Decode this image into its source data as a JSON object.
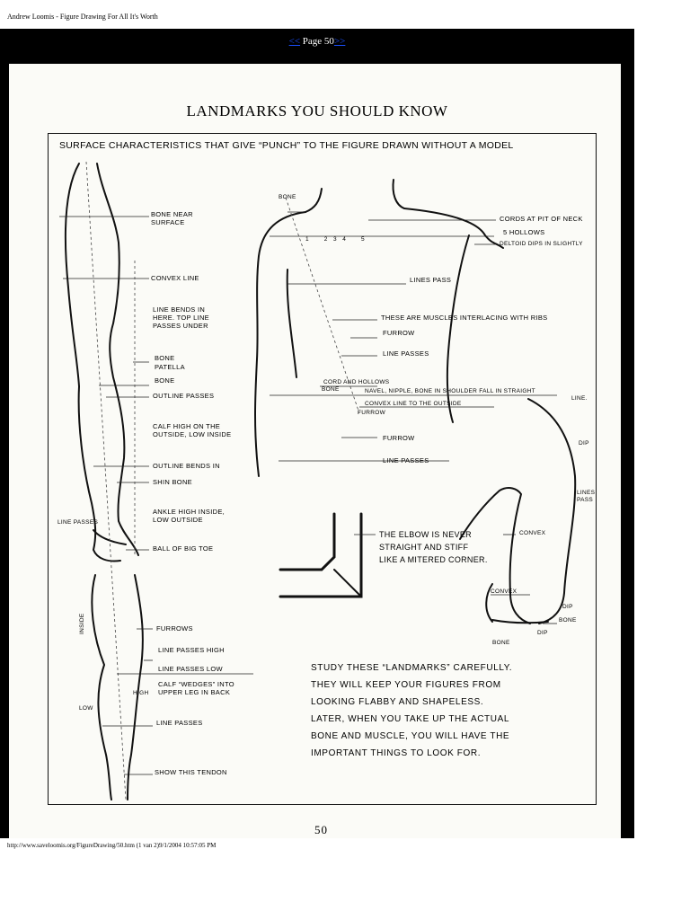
{
  "header": {
    "doc_title": "Andrew Loomis - Figure Drawing For All It's Worth"
  },
  "nav": {
    "prev": "<<",
    "page_label": " Page 50",
    "next": ">>"
  },
  "page": {
    "title": "LANDMARKS YOU SHOULD KNOW",
    "subtitle": "SURFACE CHARACTERISTICS THAT GIVE “PUNCH” TO THE FIGURE DRAWN WITHOUT A MODEL",
    "page_number": "50"
  },
  "labels": {
    "bone_near_surface": "BONE NEAR\nSURFACE",
    "convex_line": "CONVEX LINE",
    "line_bends": "LINE BENDS IN\nHERE. TOP LINE\nPASSES UNDER",
    "bone": "BONE",
    "patella": "PATELLA",
    "bone2": "BONE",
    "outline_passes": "OUTLINE PASSES",
    "calf_high": "CALF HIGH ON THE\nOUTSIDE, LOW INSIDE",
    "outline_bends_in": "OUTLINE BENDS IN",
    "shin_bone": "SHIN BONE",
    "ankle_high": "ANKLE HIGH INSIDE,\nLOW OUTSIDE",
    "line_passes_left": "LINE PASSES",
    "ball_of_big_toe": "BALL OF BIG TOE",
    "furrows": "FURROWS",
    "inside": "INSIDE",
    "line_passes_high": "LINE PASSES HIGH",
    "line_passes_low": "LINE PASSES LOW",
    "calf_wedges": "CALF “WEDGES” INTO\nUPPER LEG IN BACK",
    "high": "HIGH",
    "low": "LOW",
    "line_passes_bottom": "LINE PASSES",
    "show_this_tendon": "SHOW THIS TENDON",
    "bone_top": "BONE",
    "cords_at_pit": "CORDS AT PIT OF NECK",
    "five_hollows": "5 HOLLOWS",
    "deltoid_dips": "DELTOID DIPS IN SLIGHTLY",
    "hollow_nums": "1        2   3   4        5",
    "lines_pass": "LINES PASS",
    "muscles_interlacing": "THESE ARE MUSCLES INTERLACING WITH RIBS",
    "furrow1": "FURROW",
    "line_passes_torso": "LINE PASSES",
    "cord_and_hollows": "CORD AND HOLLOWS",
    "bone_torso": "BONE",
    "navel_nipple": "NAVEL, NIPPLE, BONE IN SHOULDER FALL IN STRAIGHT",
    "line_word": "LINE.",
    "convex_line_outside": "CONVEX LINE TO THE OUTSIDE",
    "furrow2": "FURROW",
    "furrow3": "FURROW",
    "line_passes_torso2": "LINE PASSES",
    "dip1": "DIP",
    "lines_pass_arm": "LINES\nPASS",
    "convex_arm": "CONVEX",
    "convex_arm2": "CONVEX",
    "dip2": "DIP",
    "bone_arm": "BONE",
    "dip3": "DIP",
    "bone_arm2": "BONE"
  },
  "notes": {
    "elbow": "THE ELBOW IS NEVER\nSTRAIGHT AND STIFF\nLIKE A MITERED CORNER.",
    "study": "STUDY THESE “LANDMARKS” CAREFULLY.\nTHEY WILL KEEP YOUR FIGURES FROM\nLOOKING FLABBY AND SHAPELESS.\nLATER, WHEN YOU TAKE UP THE ACTUAL\nBONE AND MUSCLE, YOU WILL HAVE THE\nIMPORTANT THINGS TO LOOK FOR."
  },
  "footer": {
    "url_info": "http://www.saveloomis.org/FigureDrawing/50.htm (1 van 2)9/1/2004 10:57:05 PM"
  }
}
